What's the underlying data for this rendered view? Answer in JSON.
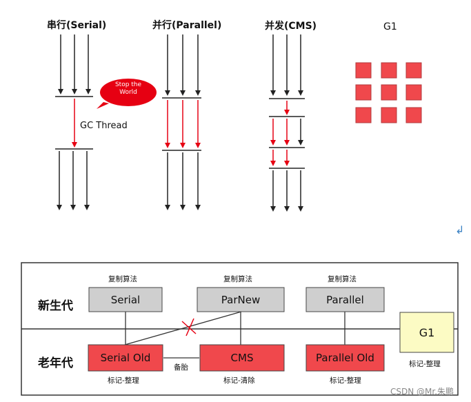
{
  "top": {
    "serial_title": "串行(Serial)",
    "parallel_title": "并行(Parallel)",
    "cms_title": "并发(CMS)",
    "g1_title": "G1",
    "stw_line1": "Stop the",
    "stw_line2": "World",
    "gc_thread": "GC Thread",
    "return_icon": "↲"
  },
  "bottom": {
    "young_label": "新生代",
    "old_label": "老年代",
    "algo_copy": "复制算法",
    "algo_mark_compact": "标记-整理",
    "algo_mark_sweep": "标记-清除",
    "backup_label": "备胎",
    "boxes": {
      "serial": "Serial",
      "parnew": "ParNew",
      "parallel": "Parallel",
      "serial_old": "Serial Old",
      "cms": "CMS",
      "parallel_old": "Parallel Old",
      "g1": "G1"
    }
  },
  "watermark": "CSDN @Mr.朱鹏",
  "colors": {
    "red": "#f0484c",
    "gray": "#cfcfcf",
    "yellow": "#fcfbc4",
    "arrow_red": "#e60012",
    "arrow_black": "#222222"
  }
}
